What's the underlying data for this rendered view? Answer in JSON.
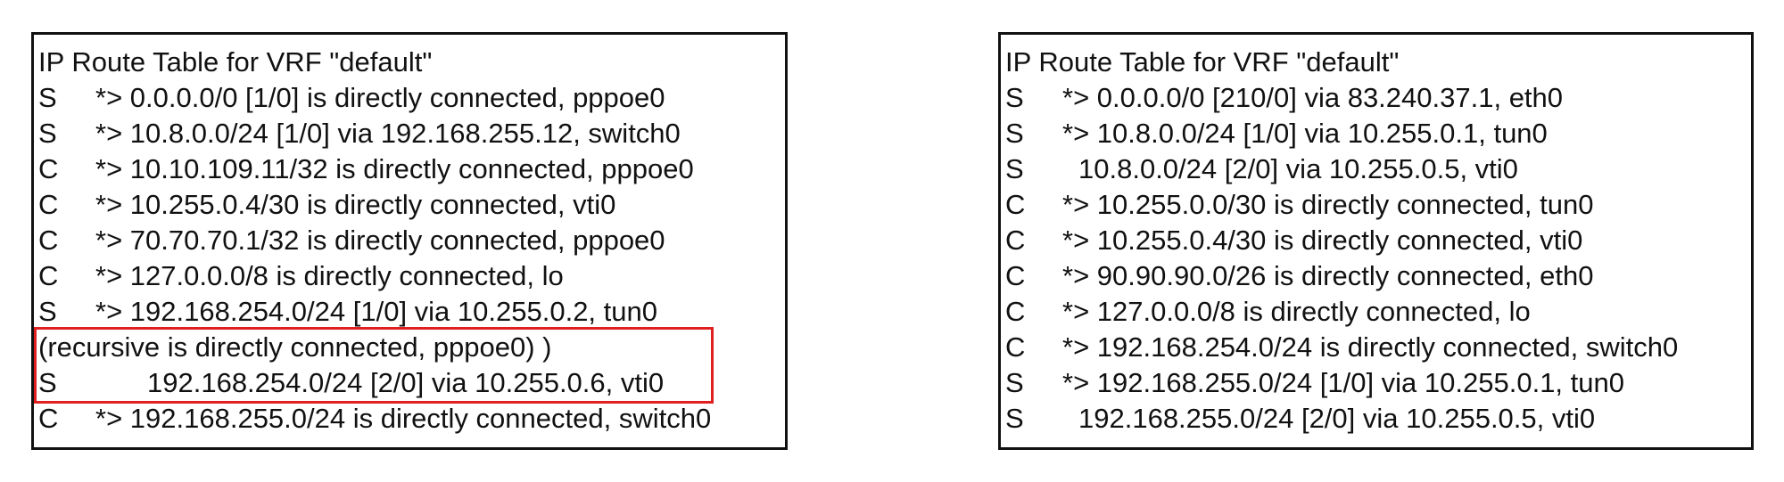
{
  "left_table": {
    "title": "IP Route Table for VRF \"default\"",
    "rows": [
      {
        "code": "S",
        "text": "*> 0.0.0.0/0 [1/0] is directly connected, pppoe0"
      },
      {
        "code": "S",
        "text": "*> 10.8.0.0/24 [1/0] via 192.168.255.12, switch0"
      },
      {
        "code": "C",
        "text": "*> 10.10.109.11/32 is directly connected, pppoe0"
      },
      {
        "code": "C",
        "text": "*> 10.255.0.4/30 is directly connected, vti0"
      },
      {
        "code": "C",
        "text": "*> 70.70.70.1/32 is directly connected, pppoe0"
      },
      {
        "code": "C",
        "text": "*> 127.0.0.0/8 is directly connected, lo"
      },
      {
        "code": "S",
        "text": "*> 192.168.254.0/24 [1/0] via 10.255.0.2, tun0"
      },
      {
        "code": "",
        "text": "(recursive is directly connected, pppoe0) )"
      },
      {
        "code": "S",
        "text": "192.168.254.0/24 [2/0] via 10.255.0.6, vti0"
      },
      {
        "code": "C",
        "text": "*> 192.168.255.0/24 is directly connected, switch0"
      }
    ],
    "highlight_color": "#e02020"
  },
  "right_table": {
    "title": "IP Route Table for VRF \"default\"",
    "rows": [
      {
        "code": "S",
        "text": "*> 0.0.0.0/0 [210/0] via 83.240.37.1, eth0"
      },
      {
        "code": "S",
        "text": "*> 10.8.0.0/24 [1/0] via 10.255.0.1, tun0"
      },
      {
        "code": "S",
        "text": "10.8.0.0/24 [2/0] via 10.255.0.5, vti0"
      },
      {
        "code": "C",
        "text": "*> 10.255.0.0/30 is directly connected, tun0"
      },
      {
        "code": "C",
        "text": "*> 10.255.0.4/30 is directly connected, vti0"
      },
      {
        "code": "C",
        "text": "*> 90.90.90.0/26 is directly connected, eth0"
      },
      {
        "code": "C",
        "text": "*> 127.0.0.0/8 is directly connected, lo"
      },
      {
        "code": "C",
        "text": "*> 192.168.254.0/24 is directly connected, switch0"
      },
      {
        "code": "S",
        "text": "*> 192.168.255.0/24 [1/0] via 10.255.0.1, tun0"
      },
      {
        "code": "S",
        "text": "192.168.255.0/24 [2/0] via 10.255.0.5, vti0"
      }
    ]
  }
}
